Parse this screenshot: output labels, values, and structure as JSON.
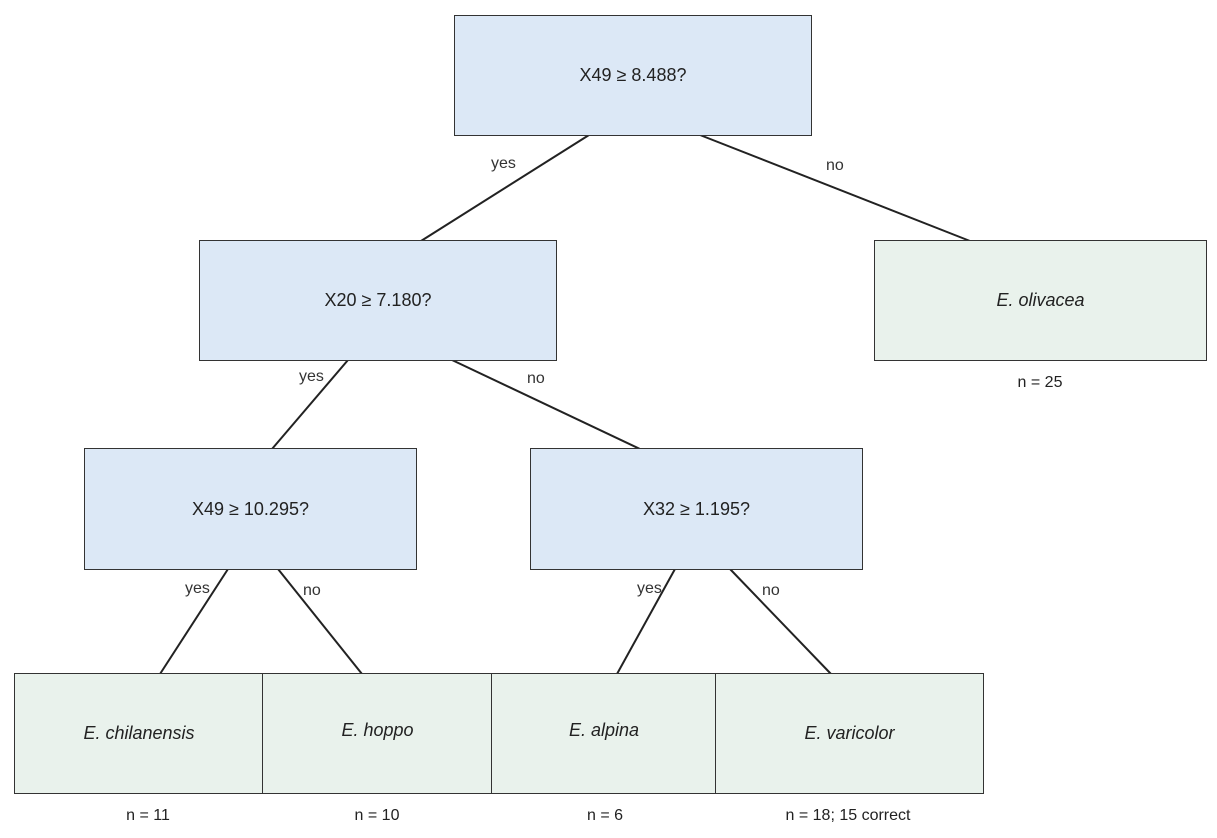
{
  "tree": {
    "root": {
      "question": "X49 ≥ 8.488?",
      "yes_label": "yes",
      "no_label": "no"
    },
    "node_x20": {
      "question": "X20 ≥ 7.180?",
      "yes_label": "yes",
      "no_label": "no"
    },
    "node_x49b": {
      "question": "X49 ≥ 10.295?",
      "yes_label": "yes",
      "no_label": "no"
    },
    "node_x32": {
      "question": "X32 ≥ 1.195?",
      "yes_label": "yes",
      "no_label": "no"
    },
    "leaves": {
      "olivacea": {
        "species": "E. olivacea",
        "count": "n = 25"
      },
      "chilanensis": {
        "species": "E. chilanensis",
        "count": "n = 11"
      },
      "hoppo": {
        "species": "E. hoppo",
        "count": "n = 10"
      },
      "alpina": {
        "species": "E. alpina",
        "count": "n = 6"
      },
      "varicolor": {
        "species": "E. varicolor",
        "count": "n = 18; 15 correct"
      }
    }
  },
  "colors": {
    "decision_fill": "#dce8f6",
    "leaf_fill": "#e9f2ec",
    "border": "#333333"
  }
}
